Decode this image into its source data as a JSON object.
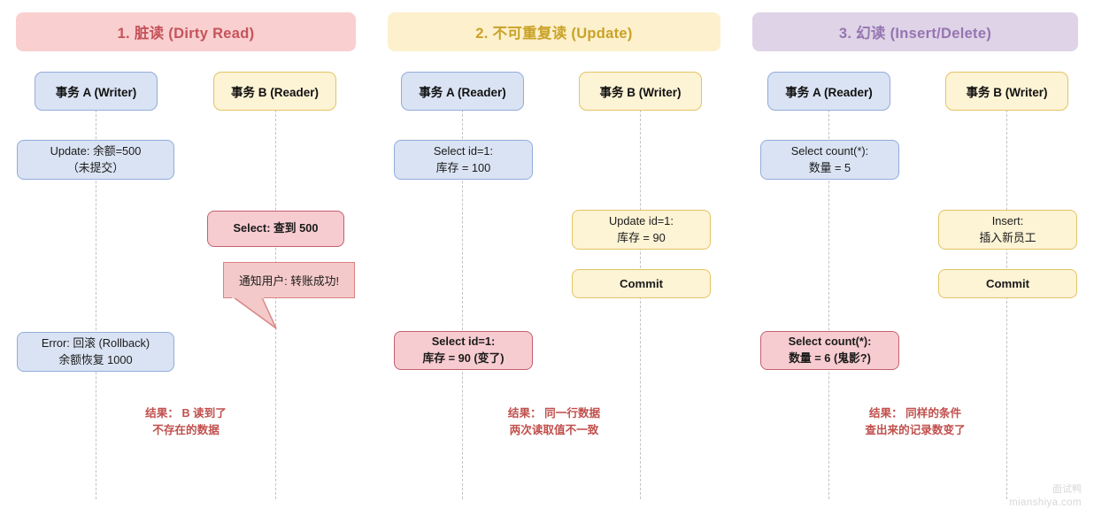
{
  "watermark": {
    "cn": "面试鸭",
    "en": "mianshiya.com"
  },
  "panels": [
    {
      "id": "dirty-read",
      "title": "1. 脏读 (Dirty Read)",
      "header_bg": "#f9cfcf",
      "header_color": "#c5535c",
      "actors": [
        {
          "label": "事务 A (Writer)",
          "style": "blue"
        },
        {
          "label": "事务 B (Reader)",
          "style": "yellow"
        }
      ],
      "messages": [
        {
          "line1": "Update: 余额=500",
          "line2": "（未提交）",
          "style": "blue"
        },
        {
          "line1": "Select: 查到 500",
          "line2": "",
          "style": "pink"
        },
        {
          "line1": "Error: 回滚 (Rollback)",
          "line2": "余额恢复 1000",
          "style": "blue"
        }
      ],
      "bubble": {
        "text": "通知用户: 转账成功!"
      },
      "result": {
        "line1": "结果： B 读到了",
        "line2": "不存在的数据"
      }
    },
    {
      "id": "non-repeatable-read",
      "title": "2. 不可重复读 (Update)",
      "header_bg": "#fdf0cc",
      "header_color": "#c9a227",
      "actors": [
        {
          "label": "事务 A (Reader)",
          "style": "blue"
        },
        {
          "label": "事务 B (Writer)",
          "style": "yellow"
        }
      ],
      "messages": [
        {
          "line1": "Select id=1:",
          "line2": "库存 = 100",
          "style": "blue"
        },
        {
          "line1": "Update id=1:",
          "line2": "库存 = 90",
          "style": "yellow"
        },
        {
          "line1": "Commit",
          "line2": "",
          "style": "yellow"
        },
        {
          "line1": "Select id=1:",
          "line2": "库存 = 90 (变了)",
          "style": "pink"
        }
      ],
      "result": {
        "line1": "结果： 同一行数据",
        "line2": "两次读取值不一致"
      }
    },
    {
      "id": "phantom-read",
      "title": "3. 幻读 (Insert/Delete)",
      "header_bg": "#dfd3e7",
      "header_color": "#9575b0",
      "actors": [
        {
          "label": "事务 A (Reader)",
          "style": "blue"
        },
        {
          "label": "事务 B (Writer)",
          "style": "yellow"
        }
      ],
      "messages": [
        {
          "line1": "Select count(*):",
          "line2": "数量 = 5",
          "style": "blue"
        },
        {
          "line1": "Insert:",
          "line2": "插入新员工",
          "style": "yellow"
        },
        {
          "line1": "Commit",
          "line2": "",
          "style": "yellow"
        },
        {
          "line1": "Select count(*):",
          "line2": "数量 = 6 (鬼影?)",
          "style": "pink"
        }
      ],
      "result": {
        "line1": "结果： 同样的条件",
        "line2": "查出来的记录数变了"
      }
    }
  ]
}
